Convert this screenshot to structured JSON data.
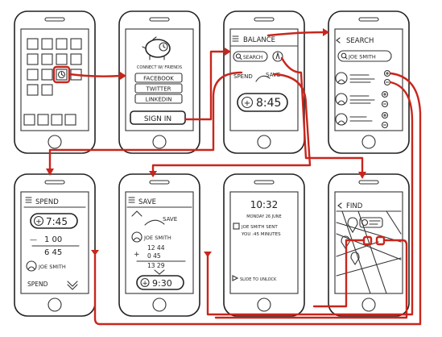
{
  "screens": {
    "login": {
      "connect": "CONNECT W/ FRIENDS",
      "facebook": "FACEBOOK",
      "twitter": "TWITTER",
      "linkedin": "LINKEDIN",
      "sign_in": "SIGN IN"
    },
    "balance": {
      "title": "BALANCE",
      "search": "SEARCH",
      "spend": "SPEND",
      "save": "SAVE",
      "amount": "8:45",
      "amount_sign": "+"
    },
    "search": {
      "title": "SEARCH",
      "query": "JOE SMITH"
    },
    "spend": {
      "title": "SPEND",
      "amount": "7:45",
      "amount_sign": "+",
      "minus": "—",
      "subtract": "1 00",
      "result": "6 45",
      "person": "JOE SMITH",
      "button": "SPEND"
    },
    "save": {
      "title": "SAVE",
      "tab": "SAVE",
      "person": "JOE SMITH",
      "line1": "12 44",
      "plus": "+",
      "line2": "0 45",
      "line3": "13 29",
      "total": "9:30",
      "total_sign": "+"
    },
    "lock": {
      "time": "10:32",
      "date": "MONDAY 26 JUNE",
      "notice_line1": "JOE SMITH SENT",
      "notice_line2": "YOU :45 MINUTES",
      "slide": "SLIDE TO UNLOCK"
    },
    "find": {
      "title": "FIND"
    }
  },
  "colors": {
    "ink": "#222222",
    "flow_arrows": "#c8261c",
    "background": "#ffffff"
  }
}
